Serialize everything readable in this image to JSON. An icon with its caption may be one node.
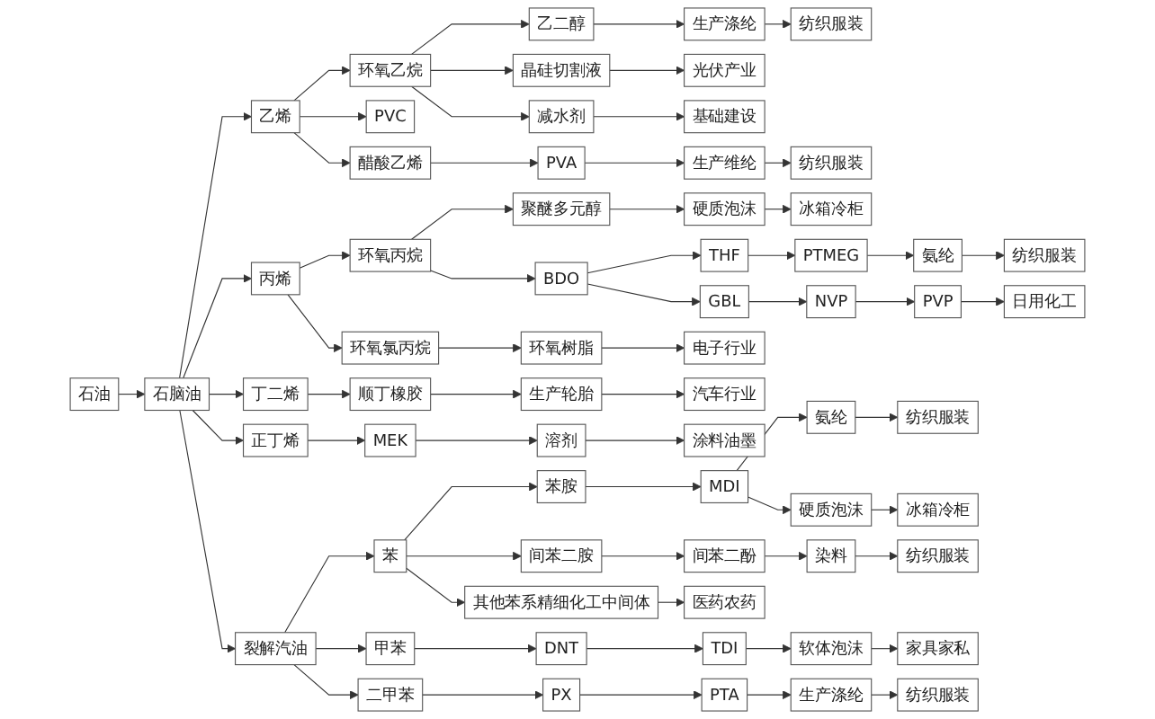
{
  "diagram": {
    "nodes": [
      {
        "text": [
          "石油"
        ]
      },
      {
        "text": [
          "石脑油"
        ]
      },
      {
        "text": [
          "乙烯"
        ]
      },
      {
        "text": [
          "环氧乙烷"
        ]
      },
      {
        "text": [
          "乙二醇"
        ]
      },
      {
        "text": [
          "生产涤纶"
        ]
      },
      {
        "text": [
          "纺织服装"
        ]
      },
      {
        "text": [
          "晶硅切割液"
        ]
      },
      {
        "text": [
          "光伏产业"
        ]
      },
      {
        "text": [
          "减水剂"
        ]
      },
      {
        "text": [
          "基础建设"
        ]
      },
      {
        "text": [
          "PVC"
        ]
      },
      {
        "text": [
          "醋酸乙烯"
        ]
      },
      {
        "text": [
          "PVA"
        ]
      },
      {
        "text": [
          "生产维纶"
        ]
      },
      {
        "text": [
          "纺织服装"
        ]
      },
      {
        "text": [
          "丙烯"
        ]
      },
      {
        "text": [
          "环氧丙烷"
        ]
      },
      {
        "text": [
          "聚醚多元醇"
        ]
      },
      {
        "text": [
          "硬质泡沫"
        ]
      },
      {
        "text": [
          "冰箱冷柜"
        ]
      },
      {
        "text": [
          "BDO"
        ]
      },
      {
        "text": [
          "THF"
        ]
      },
      {
        "text": [
          "PTMEG"
        ]
      },
      {
        "text": [
          "氨纶"
        ]
      },
      {
        "text": [
          "纺织服装"
        ]
      },
      {
        "text": [
          "GBL"
        ]
      },
      {
        "text": [
          "NVP"
        ]
      },
      {
        "text": [
          "PVP"
        ]
      },
      {
        "text": [
          "日用化工"
        ]
      },
      {
        "text": [
          "环氧氯丙烷"
        ]
      },
      {
        "text": [
          "环氧树脂"
        ]
      },
      {
        "text": [
          "电子行业"
        ]
      },
      {
        "text": [
          "丁二烯"
        ]
      },
      {
        "text": [
          "顺丁橡胶"
        ]
      },
      {
        "text": [
          "生产轮胎"
        ]
      },
      {
        "text": [
          "汽车行业"
        ]
      },
      {
        "text": [
          "正丁烯"
        ]
      },
      {
        "text": [
          "MEK"
        ]
      },
      {
        "text": [
          "溶剂"
        ]
      },
      {
        "text": [
          "涂料油墨"
        ]
      },
      {
        "text": [
          "裂解汽油"
        ]
      },
      {
        "text": [
          "苯"
        ]
      },
      {
        "text": [
          "苯胺"
        ]
      },
      {
        "text": [
          "MDI"
        ]
      },
      {
        "text": [
          "氨纶"
        ]
      },
      {
        "text": [
          "纺织服装"
        ]
      },
      {
        "text": [
          "硬质泡沫"
        ]
      },
      {
        "text": [
          "冰箱冷柜"
        ]
      },
      {
        "text": [
          "间苯二胺"
        ]
      },
      {
        "text": [
          "间苯二酚"
        ]
      },
      {
        "text": [
          "染料"
        ]
      },
      {
        "text": [
          "纺织服装"
        ]
      },
      {
        "text": [
          "其他苯系精细化工中间体"
        ]
      },
      {
        "text": [
          "医药农药"
        ]
      },
      {
        "text": [
          "甲苯"
        ]
      },
      {
        "text": [
          "DNT"
        ]
      },
      {
        "text": [
          "TDI"
        ]
      },
      {
        "text": [
          "软体泡沫"
        ]
      },
      {
        "text": [
          "家具家私"
        ]
      },
      {
        "text": [
          "二甲苯"
        ]
      },
      {
        "text": [
          "PX"
        ]
      },
      {
        "text": [
          "PTA"
        ]
      },
      {
        "text": [
          "生产涤纶"
        ]
      },
      {
        "text": [
          "纺织服装"
        ]
      }
    ],
    "edges": [
      {
        "from": 0,
        "to": 1,
        "arrow": "to"
      },
      {
        "from": 1,
        "to": 2,
        "arrow": "to"
      },
      {
        "from": 2,
        "to": 3,
        "arrow": "to"
      },
      {
        "from": 3,
        "to": 4,
        "arrow": "to"
      },
      {
        "from": 4,
        "to": 5,
        "arrow": "to"
      },
      {
        "from": 5,
        "to": 6,
        "arrow": "to"
      },
      {
        "from": 3,
        "to": 7,
        "arrow": "to"
      },
      {
        "from": 7,
        "to": 8,
        "arrow": "to"
      },
      {
        "from": 3,
        "to": 9,
        "arrow": "to"
      },
      {
        "from": 9,
        "to": 10,
        "arrow": "to"
      },
      {
        "from": 2,
        "to": 11,
        "arrow": "to"
      },
      {
        "from": 2,
        "to": 12,
        "arrow": "to"
      },
      {
        "from": 12,
        "to": 13,
        "arrow": "to"
      },
      {
        "from": 13,
        "to": 14,
        "arrow": "to"
      },
      {
        "from": 14,
        "to": 15,
        "arrow": "to"
      },
      {
        "from": 1,
        "to": 16,
        "arrow": "to"
      },
      {
        "from": 16,
        "to": 17,
        "arrow": "to"
      },
      {
        "from": 17,
        "to": 18,
        "arrow": "to"
      },
      {
        "from": 18,
        "to": 19,
        "arrow": "to"
      },
      {
        "from": 19,
        "to": 20,
        "arrow": "to"
      },
      {
        "from": 17,
        "to": 21,
        "arrow": "to"
      },
      {
        "from": 21,
        "to": 22,
        "arrow": "to"
      },
      {
        "from": 22,
        "to": 23,
        "arrow": "to"
      },
      {
        "from": 23,
        "to": 24,
        "arrow": "to"
      },
      {
        "from": 24,
        "to": 25,
        "arrow": "to"
      },
      {
        "from": 21,
        "to": 26,
        "arrow": "to"
      },
      {
        "from": 26,
        "to": 27,
        "arrow": "to"
      },
      {
        "from": 27,
        "to": 28,
        "arrow": "to"
      },
      {
        "from": 28,
        "to": 29,
        "arrow": "to"
      },
      {
        "from": 16,
        "to": 30,
        "arrow": "to"
      },
      {
        "from": 30,
        "to": 31,
        "arrow": "to"
      },
      {
        "from": 31,
        "to": 32,
        "arrow": "to"
      },
      {
        "from": 1,
        "to": 33,
        "arrow": "to"
      },
      {
        "from": 33,
        "to": 34,
        "arrow": "to"
      },
      {
        "from": 34,
        "to": 35,
        "arrow": "to"
      },
      {
        "from": 35,
        "to": 36,
        "arrow": "to"
      },
      {
        "from": 1,
        "to": 37,
        "arrow": "to"
      },
      {
        "from": 37,
        "to": 38,
        "arrow": "to"
      },
      {
        "from": 38,
        "to": 39,
        "arrow": "to"
      },
      {
        "from": 39,
        "to": 40,
        "arrow": "to"
      },
      {
        "from": 1,
        "to": 41,
        "arrow": "to"
      },
      {
        "from": 41,
        "to": 42,
        "arrow": "to"
      },
      {
        "from": 42,
        "to": 43,
        "arrow": "to"
      },
      {
        "from": 43,
        "to": 44,
        "arrow": "to"
      },
      {
        "from": 44,
        "to": 45,
        "arrow": "to"
      },
      {
        "from": 45,
        "to": 46,
        "arrow": "to"
      },
      {
        "from": 44,
        "to": 47,
        "arrow": "to"
      },
      {
        "from": 47,
        "to": 48,
        "arrow": "to"
      },
      {
        "from": 42,
        "to": 49,
        "arrow": "to"
      },
      {
        "from": 49,
        "to": 50,
        "arrow": "to"
      },
      {
        "from": 50,
        "to": 51,
        "arrow": "to"
      },
      {
        "from": 51,
        "to": 52,
        "arrow": "to"
      },
      {
        "from": 42,
        "to": 53,
        "arrow": "to"
      },
      {
        "from": 53,
        "to": 54,
        "arrow": "to"
      },
      {
        "from": 41,
        "to": 55,
        "arrow": "to"
      },
      {
        "from": 55,
        "to": 56,
        "arrow": "to"
      },
      {
        "from": 56,
        "to": 57,
        "arrow": "to"
      },
      {
        "from": 57,
        "to": 58,
        "arrow": "to"
      },
      {
        "from": 58,
        "to": 59,
        "arrow": "to"
      },
      {
        "from": 41,
        "to": 60,
        "arrow": "to"
      },
      {
        "from": 60,
        "to": 61,
        "arrow": "to"
      },
      {
        "from": 61,
        "to": 62,
        "arrow": "to"
      },
      {
        "from": 62,
        "to": 63,
        "arrow": "to"
      },
      {
        "from": 63,
        "to": 64,
        "arrow": "to"
      }
    ]
  }
}
